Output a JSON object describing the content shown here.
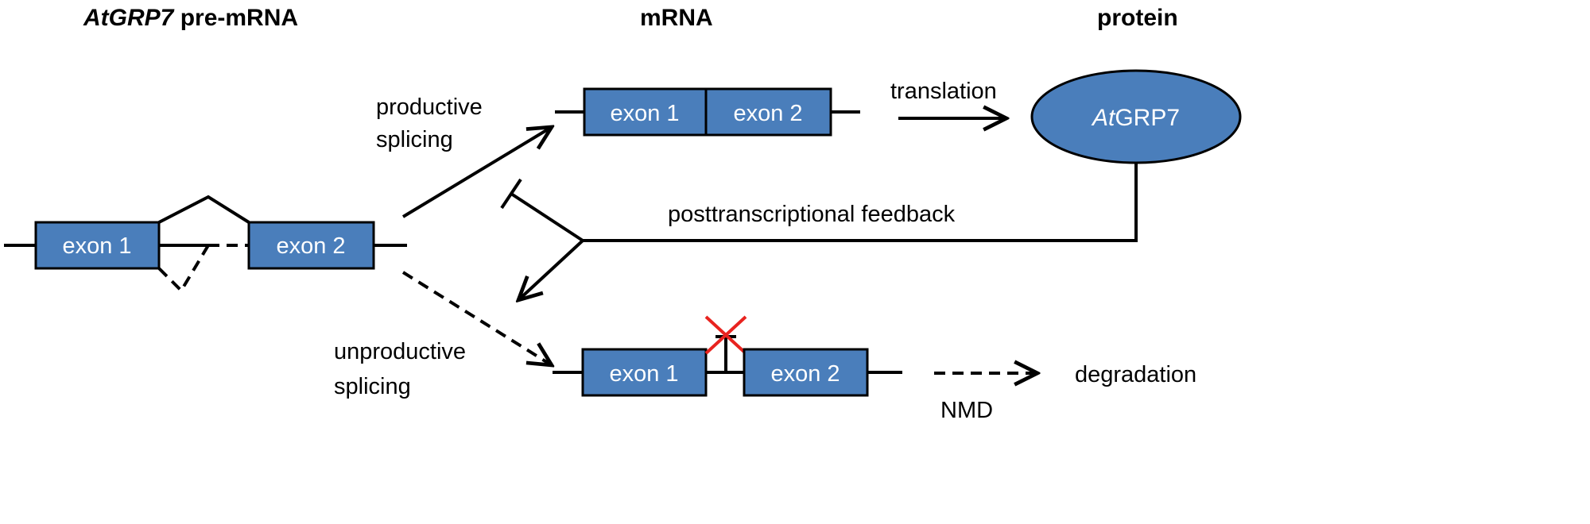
{
  "headers": {
    "premrna_gene": "AtGRP7",
    "premrna_suffix": " pre-mRNA",
    "mrna": "mRNA",
    "protein": "protein"
  },
  "exon_labels": {
    "exon1": "exon 1",
    "exon2": "exon 2"
  },
  "labels": {
    "productive_line1": "productive",
    "productive_line2": "splicing",
    "unproductive_line1": "unproductive",
    "unproductive_line2": "splicing",
    "translation": "translation",
    "feedback": "posttranscriptional feedback",
    "nmd": "NMD",
    "degradation": "degradation"
  },
  "protein_label": {
    "italic_part": "At",
    "rest": "GRP7"
  },
  "colors": {
    "exon_fill": "#4a7ebb",
    "protein_fill": "#4a7ebb",
    "block_mark": "#e8231f"
  }
}
